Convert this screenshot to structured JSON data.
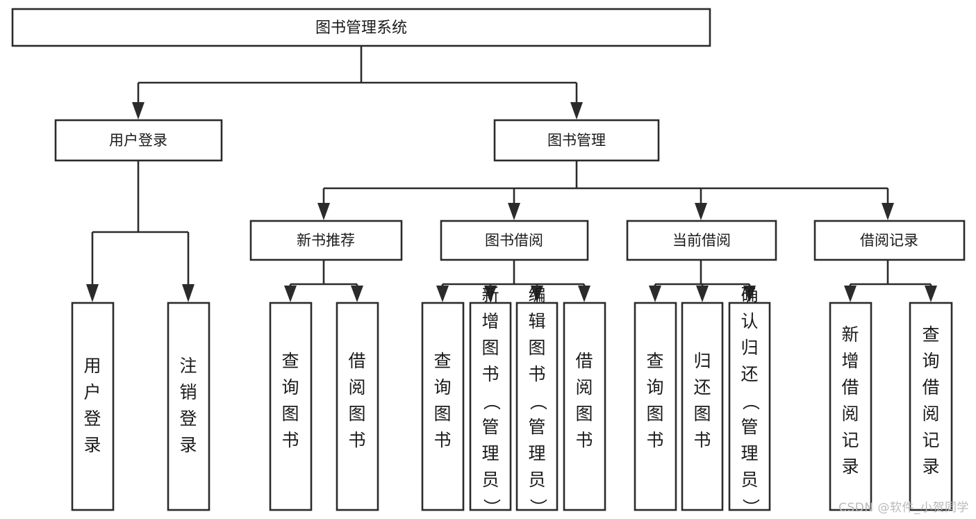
{
  "diagram": {
    "type": "tree-hierarchy-chart",
    "title": "图书管理系统",
    "watermark": "CSDN @软件_小贺同学",
    "colors": {
      "stroke": "#2b2b2b",
      "fill": "#ffffff",
      "text": "#1a1a1a",
      "watermark": "#b9b9b9",
      "background": "#ffffff"
    },
    "nodes": {
      "root": {
        "label": "图书管理系统",
        "level": 0
      },
      "level1": [
        {
          "id": "user-login",
          "label": "用户登录"
        },
        {
          "id": "book-management",
          "label": "图书管理"
        }
      ],
      "level2": [
        {
          "id": "new-book-recommend",
          "label": "新书推荐"
        },
        {
          "id": "book-borrow",
          "label": "图书借阅"
        },
        {
          "id": "current-borrow",
          "label": "当前借阅"
        },
        {
          "id": "borrow-record",
          "label": "借阅记录"
        }
      ],
      "leaves": [
        {
          "id": "leaf-user-login",
          "label": "用户登录",
          "parent": "user-login"
        },
        {
          "id": "leaf-logout-login",
          "label": "注销登录",
          "parent": "user-login"
        },
        {
          "id": "leaf-query-book-1",
          "label": "查询图书",
          "parent": "new-book-recommend"
        },
        {
          "id": "leaf-borrow-book-1",
          "label": "借阅图书",
          "parent": "new-book-recommend"
        },
        {
          "id": "leaf-query-book-2",
          "label": "查询图书",
          "parent": "book-borrow"
        },
        {
          "id": "leaf-add-book",
          "label": "新增图书（管理员）",
          "parent": "book-borrow"
        },
        {
          "id": "leaf-edit-book",
          "label": "编辑图书（管理员）",
          "parent": "book-borrow"
        },
        {
          "id": "leaf-borrow-book-2",
          "label": "借阅图书",
          "parent": "book-borrow"
        },
        {
          "id": "leaf-query-book-3",
          "label": "查询图书",
          "parent": "current-borrow"
        },
        {
          "id": "leaf-return-book",
          "label": "归还图书",
          "parent": "current-borrow"
        },
        {
          "id": "leaf-confirm-return",
          "label": "确认归还（管理员）",
          "parent": "current-borrow"
        },
        {
          "id": "leaf-add-record",
          "label": "新增借阅记录",
          "parent": "borrow-record"
        },
        {
          "id": "leaf-query-record",
          "label": "查询借阅记录",
          "parent": "borrow-record"
        }
      ]
    }
  }
}
